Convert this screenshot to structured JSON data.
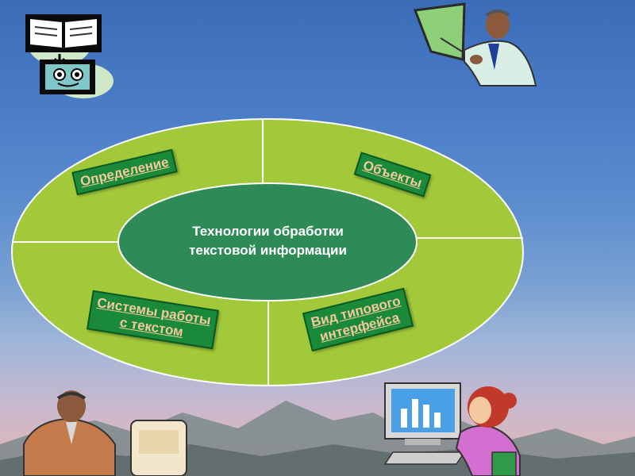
{
  "slide": {
    "center_line1": "Технологии обработки",
    "center_line2": "текстовой информации",
    "links": {
      "definition": "Определение",
      "objects": "Объекты",
      "systems_line1": "Системы работы",
      "systems_line2": "с текстом",
      "interface_line1": "Вид типового",
      "interface_line2": "интерфейса"
    }
  },
  "colors": {
    "ring": "#a2c93a",
    "center": "#2e8b57",
    "tag_bg": "#1a8a3a",
    "tag_text": "#f3c89a"
  },
  "icons": [
    "book-icon",
    "face-icon",
    "presenter-icon",
    "businessman-icon",
    "computer-user-icon",
    "mountains-icon"
  ]
}
